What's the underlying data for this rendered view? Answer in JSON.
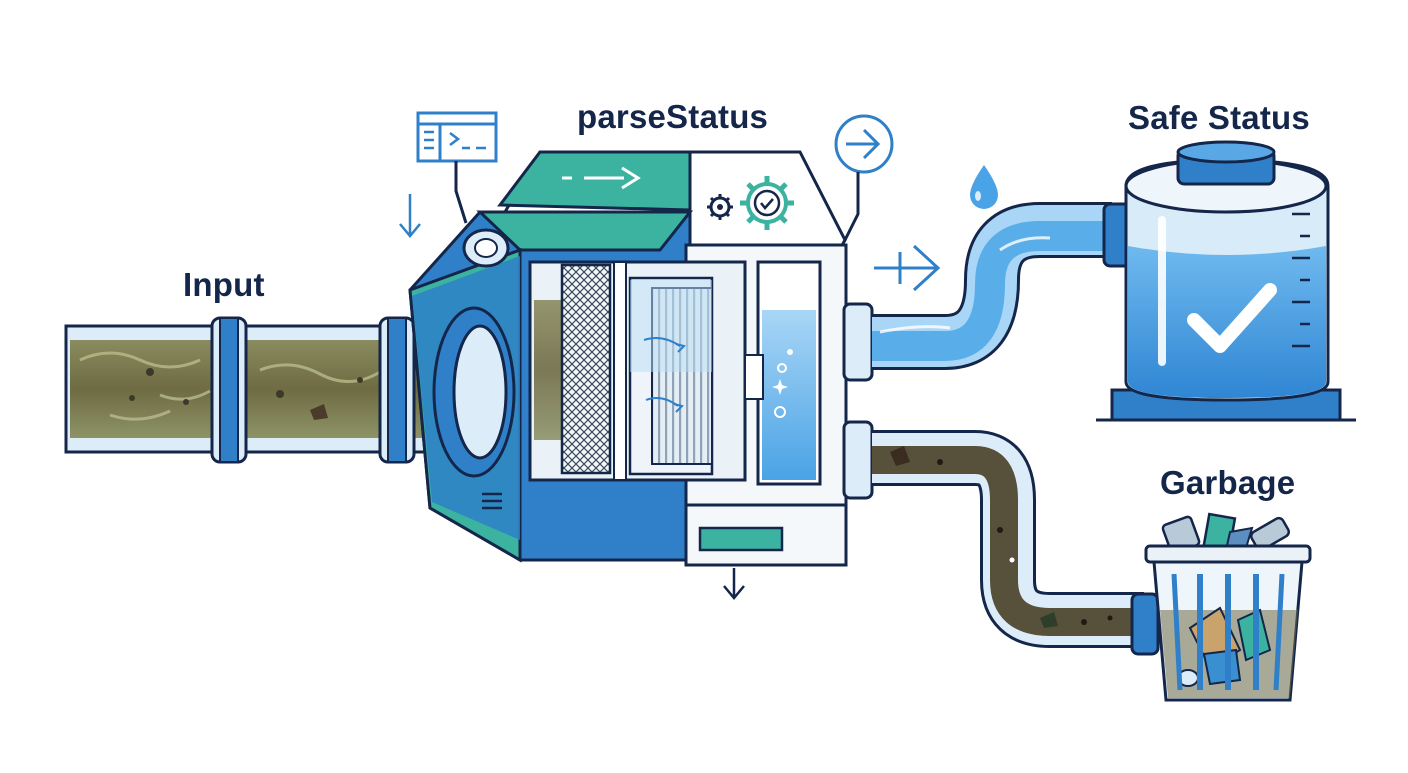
{
  "diagram": {
    "labels": {
      "input": "Input",
      "processor": "parseStatus",
      "safe_output": "Safe Status",
      "garbage_output": "Garbage"
    },
    "icons": [
      "terminal-window-icon",
      "down-arrow-icon",
      "right-arrow-icon",
      "gear-check-icon",
      "circle-arrow-right-icon",
      "water-drop-icon",
      "checkmark-icon",
      "trash-bin-icon"
    ],
    "colors": {
      "outline": "#14264a",
      "teal": "#3bb3a0",
      "blue": "#2f80c9",
      "light_blue": "#cfe6f8",
      "water": "#69b5ea",
      "sludge": "#6d6a3f",
      "garbage_pipe": "#57503a"
    }
  }
}
